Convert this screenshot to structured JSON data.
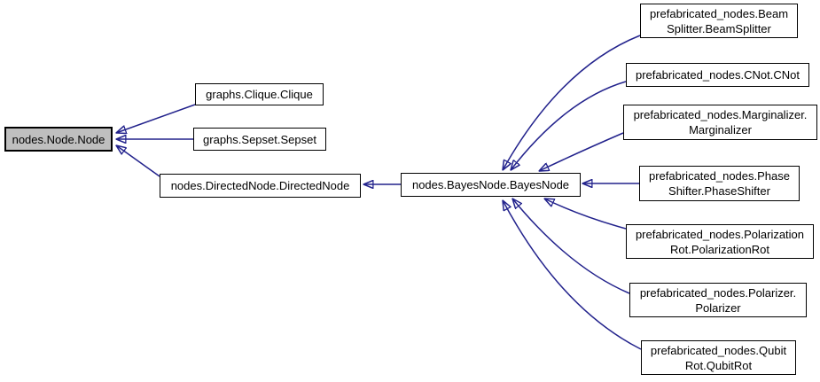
{
  "graph": {
    "type": "class-inheritance-diagram",
    "arrow_color": "#22228c",
    "current_node_fill": "#bfbfbf",
    "node_border_color": "#000000",
    "nodes": [
      {
        "id": "node",
        "label": "nodes.Node.Node",
        "current": true
      },
      {
        "id": "clique",
        "label": "graphs.Clique.Clique"
      },
      {
        "id": "sepset",
        "label": "graphs.Sepset.Sepset"
      },
      {
        "id": "directednode",
        "label": "nodes.DirectedNode.DirectedNode"
      },
      {
        "id": "bayesnode",
        "label": "nodes.BayesNode.BayesNode"
      },
      {
        "id": "beamsplitter",
        "label": "prefabricated_nodes.Beam\nSplitter.BeamSplitter"
      },
      {
        "id": "cnot",
        "label": "prefabricated_nodes.CNot.CNot"
      },
      {
        "id": "marginalizer",
        "label": "prefabricated_nodes.Marginalizer.\nMarginalizer"
      },
      {
        "id": "phaseshifter",
        "label": "prefabricated_nodes.Phase\nShifter.PhaseShifter"
      },
      {
        "id": "polarizationrot",
        "label": "prefabricated_nodes.Polarization\nRot.PolarizationRot"
      },
      {
        "id": "polarizer",
        "label": "prefabricated_nodes.Polarizer.\nPolarizer"
      },
      {
        "id": "qubitrot",
        "label": "prefabricated_nodes.Qubit\nRot.QubitRot"
      }
    ],
    "edges": [
      {
        "from": "graphs.Clique.Clique",
        "to": "nodes.Node.Node"
      },
      {
        "from": "graphs.Sepset.Sepset",
        "to": "nodes.Node.Node"
      },
      {
        "from": "nodes.DirectedNode.DirectedNode",
        "to": "nodes.Node.Node"
      },
      {
        "from": "nodes.BayesNode.BayesNode",
        "to": "nodes.DirectedNode.DirectedNode"
      },
      {
        "from": "prefabricated_nodes.BeamSplitter.BeamSplitter",
        "to": "nodes.BayesNode.BayesNode"
      },
      {
        "from": "prefabricated_nodes.CNot.CNot",
        "to": "nodes.BayesNode.BayesNode"
      },
      {
        "from": "prefabricated_nodes.Marginalizer.Marginalizer",
        "to": "nodes.BayesNode.BayesNode"
      },
      {
        "from": "prefabricated_nodes.PhaseShifter.PhaseShifter",
        "to": "nodes.BayesNode.BayesNode"
      },
      {
        "from": "prefabricated_nodes.PolarizationRot.PolarizationRot",
        "to": "nodes.BayesNode.BayesNode"
      },
      {
        "from": "prefabricated_nodes.Polarizer.Polarizer",
        "to": "nodes.BayesNode.BayesNode"
      },
      {
        "from": "prefabricated_nodes.QubitRot.QubitRot",
        "to": "nodes.BayesNode.BayesNode"
      }
    ]
  }
}
